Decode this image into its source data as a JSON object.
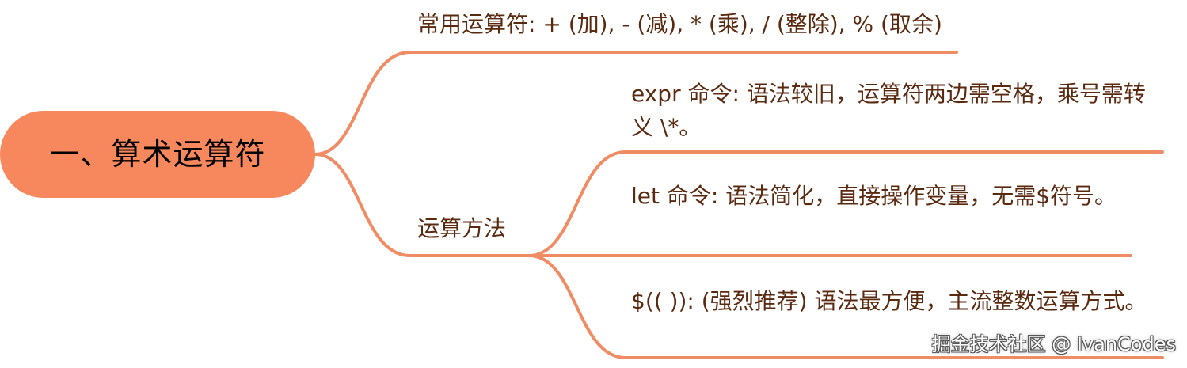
{
  "root": {
    "label": "一、算术运算符"
  },
  "branches": {
    "operators": {
      "label": "常用运算符: + (加), - (减), * (乘), / (整除), % (取余)"
    },
    "methods": {
      "label": "运算方法",
      "children": [
        {
          "label": "expr 命令: 语法较旧，运算符两边需空格，乘号需转义 \\*。"
        },
        {
          "label": "let 命令: 语法简化，直接操作变量，无需$符号。"
        },
        {
          "label": "$(( )): (强烈推荐) 语法最方便，主流整数运算方式。"
        }
      ]
    }
  },
  "watermark": "掘金技术社区 @ IvanCodes",
  "colors": {
    "root_fill": "#f7875c",
    "edge": "#f08c63",
    "branch_text": "#5a2a10"
  }
}
